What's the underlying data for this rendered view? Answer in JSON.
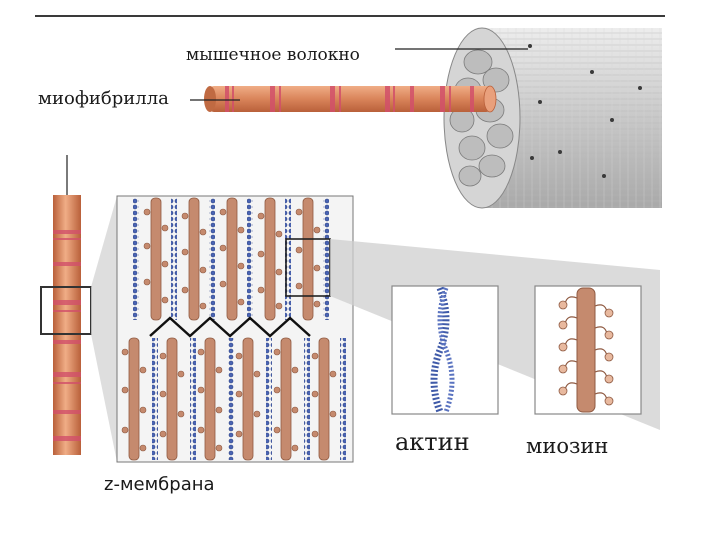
{
  "labels": {
    "muscle_fiber": "мышечное волокно",
    "myofibril": "миофибрилла",
    "z_membrane": "z-мембрана",
    "actin": "актин",
    "myosin": "миозин"
  },
  "colors": {
    "fibril": "#d9845a",
    "fibril_dark": "#b9603a",
    "band": "#d2506a",
    "fiber": "#c9c9c9",
    "actin": "#3f5aa8",
    "myosin": "#c58a6e"
  }
}
